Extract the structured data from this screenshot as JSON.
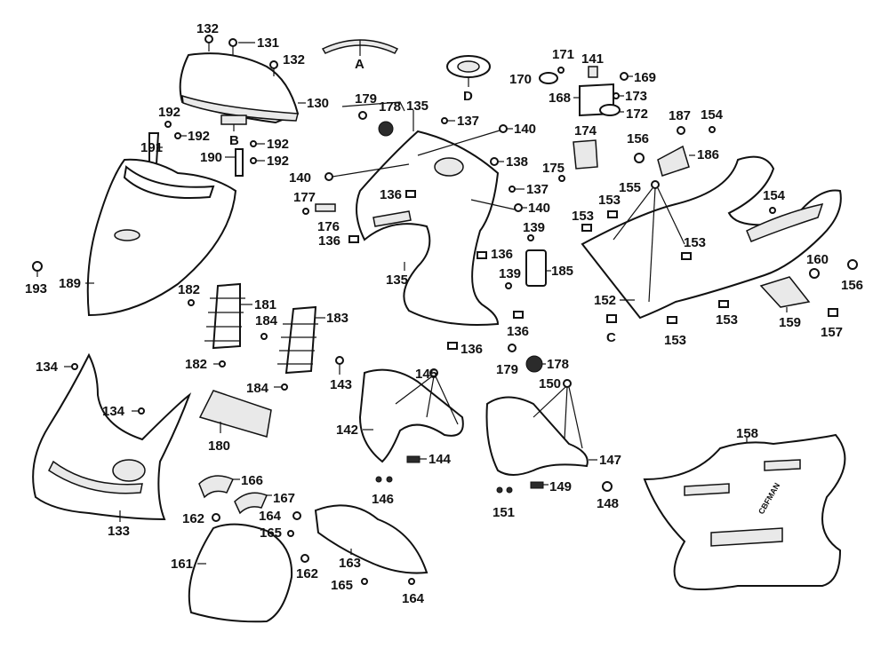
{
  "diagram": {
    "callouts": {
      "c130": "130",
      "c131": "131",
      "c132a": "132",
      "c132b": "132",
      "cA": "A",
      "cB": "B",
      "cC": "C",
      "cD": "D",
      "c133": "133",
      "c134a": "134",
      "c134b": "134",
      "c135a": "135",
      "c135b": "135",
      "c136a": "136",
      "c136b": "136",
      "c136c": "136",
      "c136d": "136",
      "c136e": "136",
      "c137a": "137",
      "c137b": "137",
      "c138": "138",
      "c139a": "139",
      "c139b": "139",
      "c140a": "140",
      "c140b": "140",
      "c140c": "140",
      "c141": "141",
      "c142": "142",
      "c143": "143",
      "c144": "144",
      "c145": "145",
      "c146": "146",
      "c147": "147",
      "c148": "148",
      "c149": "149",
      "c150": "150",
      "c151": "151",
      "c152": "152",
      "c153a": "153",
      "c153b": "153",
      "c153c": "153",
      "c153d": "153",
      "c153e": "153",
      "c154a": "154",
      "c154b": "154",
      "c155": "155",
      "c156a": "156",
      "c156b": "156",
      "c157": "157",
      "c158": "158",
      "c159": "159",
      "c160": "160",
      "c161": "161",
      "c162a": "162",
      "c162b": "162",
      "c163": "163",
      "c164a": "164",
      "c164b": "164",
      "c165a": "165",
      "c165b": "165",
      "c166": "166",
      "c167": "167",
      "c168": "168",
      "c169": "169",
      "c170": "170",
      "c171": "171",
      "c172": "172",
      "c173": "173",
      "c174": "174",
      "c175": "175",
      "c176": "176",
      "c177": "177",
      "c178a": "178",
      "c178b": "178",
      "c179a": "179",
      "c179b": "179",
      "c180": "180",
      "c181": "181",
      "c182a": "182",
      "c182b": "182",
      "c183": "183",
      "c184a": "184",
      "c184b": "184",
      "c185": "185",
      "c186": "186",
      "c187": "187",
      "c189": "189",
      "c190": "190",
      "c191": "191",
      "c192a": "192",
      "c192b": "192",
      "c192c": "192",
      "c192d": "192",
      "c193": "193"
    },
    "mat_text": "CBFMAN"
  }
}
